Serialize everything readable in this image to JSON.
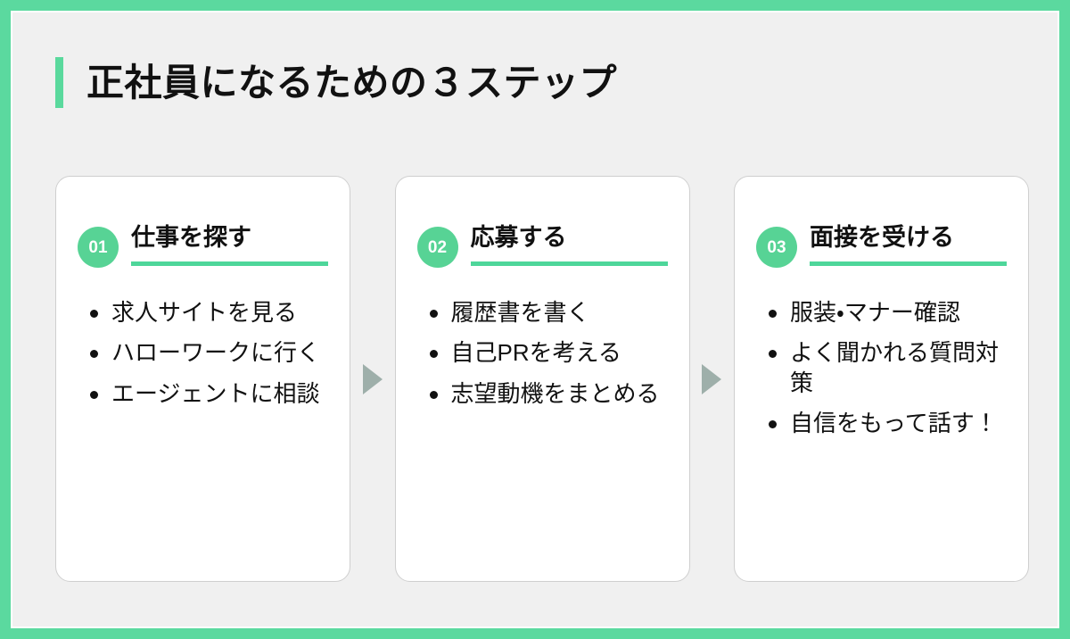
{
  "slide": {
    "frame_color": "#5BD99F",
    "background_color": "#F0F0F0",
    "accent_color": "#57D395",
    "arrow_color": "#9EAFAA",
    "title": "正社員になるための３ステップ"
  },
  "steps": [
    {
      "number": "01",
      "title": "仕事を探す",
      "bullets": [
        "求人サイトを見る",
        "ハローワークに行く",
        "エージェントに相談"
      ]
    },
    {
      "number": "02",
      "title": "応募する",
      "bullets": [
        "履歴書を書く",
        "自己PRを考える",
        "志望動機をまとめる"
      ]
    },
    {
      "number": "03",
      "title": "面接を受ける",
      "bullets": [
        "服装・マナー確認",
        "よく聞かれる質問対策",
        "自信をもって話す！"
      ]
    }
  ],
  "arrows": [
    {
      "label": "next-step-arrow"
    },
    {
      "label": "next-step-arrow"
    }
  ]
}
